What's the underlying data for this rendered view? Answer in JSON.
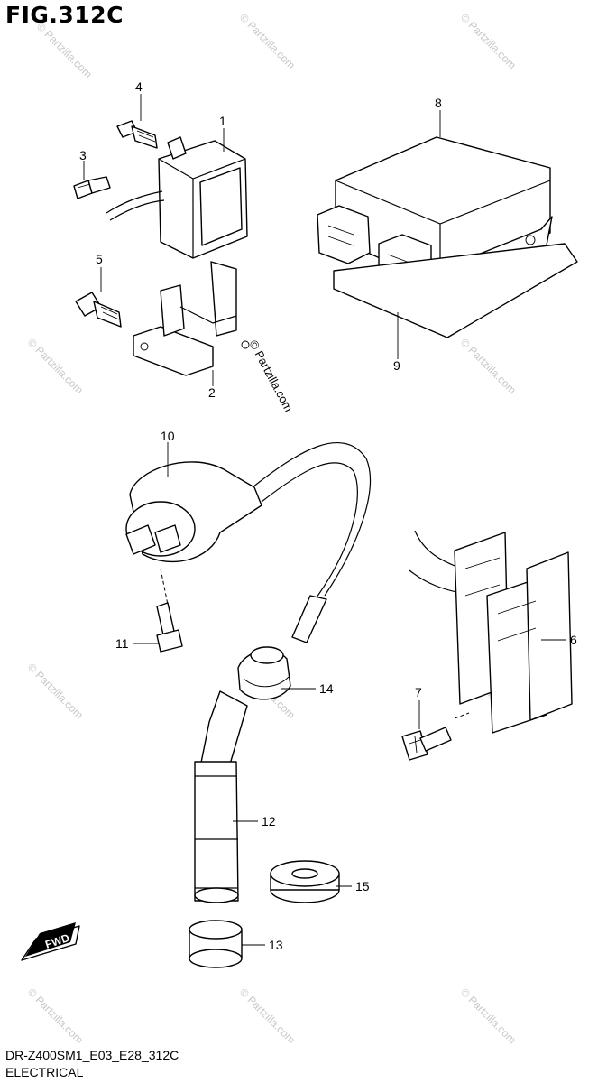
{
  "figure": {
    "title": "FIG.312C",
    "code": "DR-Z400SM1_E03_E28_312C",
    "section": "ELECTRICAL"
  },
  "watermark": {
    "text": "© Partzilla.com",
    "featured_text": "© Partzilla.com"
  },
  "fwd_badge": {
    "label": "FWD"
  },
  "callouts": [
    {
      "number": "1",
      "part": "relay"
    },
    {
      "number": "2",
      "part": "relay-bracket"
    },
    {
      "number": "3",
      "part": "cushion"
    },
    {
      "number": "4",
      "part": "bolt"
    },
    {
      "number": "5",
      "part": "bolt"
    },
    {
      "number": "6",
      "part": "regulator-rectifier"
    },
    {
      "number": "7",
      "part": "screw"
    },
    {
      "number": "8",
      "part": "cdi-unit"
    },
    {
      "number": "9",
      "part": "cdi-pad"
    },
    {
      "number": "10",
      "part": "ignition-coil"
    },
    {
      "number": "11",
      "part": "bolt"
    },
    {
      "number": "12",
      "part": "spark-plug-cap"
    },
    {
      "number": "13",
      "part": "cap-boot"
    },
    {
      "number": "14",
      "part": "seal"
    },
    {
      "number": "15",
      "part": "grommet"
    }
  ]
}
